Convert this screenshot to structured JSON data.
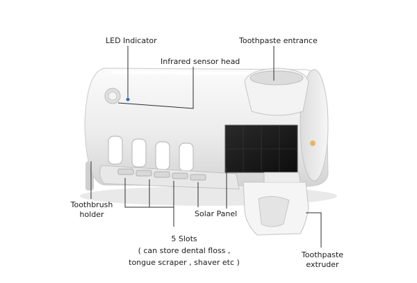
{
  "labels": {
    "led_indicator": "LED Indicator",
    "toothpaste_entrance": "Toothpaste entrance",
    "infrared_sensor_head": "Infrared sensor head",
    "toothbrush_holder_line1": "Toothbrush",
    "toothbrush_holder_line2": "holder",
    "solar_panel": "Solar Panel",
    "slots_line1": "5 Slots",
    "slots_line2": "( can store dental floss ,",
    "slots_line3": "tongue scraper , shaver etc  )",
    "extruder_line1": "Toothpaste",
    "extruder_line2": "extruder"
  },
  "colors": {
    "device_body": "#efefef",
    "device_shadow": "#bdbdbd",
    "solar_panel": "#1c1c1c",
    "leader_line": "#2b2b2b",
    "led_blue": "#2f66c9"
  }
}
